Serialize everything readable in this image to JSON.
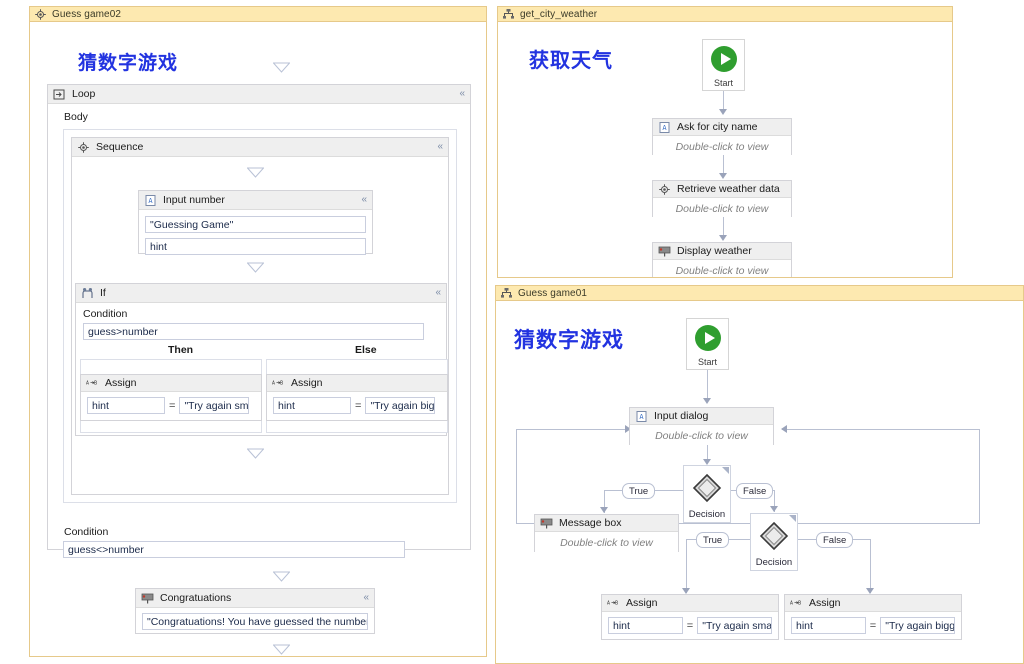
{
  "panels": {
    "left": {
      "header_title": "Guess game02",
      "header_icon": "sequence-icon",
      "cn_title": "猜数字游戏",
      "loop": {
        "label": "Loop",
        "icon": "loop-icon",
        "expander": "«",
        "body_label": "Body",
        "condition_label": "Condition",
        "condition_value": "guess<>number"
      },
      "sequence": {
        "label": "Sequence",
        "icon": "sequence-icon",
        "expander": "«"
      },
      "input_number": {
        "label": "Input number",
        "icon": "input-dialog-icon",
        "expander": "«",
        "field1": "\"Guessing Game\"",
        "field2": "hint"
      },
      "if": {
        "label": "If",
        "icon": "if-icon",
        "expander": "«",
        "condition_label": "Condition",
        "condition_value": "guess>number",
        "then_label": "Then",
        "else_label": "Else",
        "then_assign": {
          "label": "Assign",
          "icon": "assign-icon",
          "to": "hint",
          "equals": "=",
          "value": "\"Try again smaller!"
        },
        "else_assign": {
          "label": "Assign",
          "icon": "assign-icon",
          "to": "hint",
          "equals": "=",
          "value": "\"Try again bigger!\""
        }
      },
      "congrats": {
        "label": "Congratuations",
        "icon": "message-box-icon",
        "expander": "«",
        "value": "\"Congratuations! You have guessed the number \" + nu"
      }
    },
    "weather": {
      "header_title": "get_city_weather",
      "header_icon": "flowchart-icon",
      "cn_title": "获取天气",
      "start_label": "Start",
      "nodes": [
        {
          "label": "Ask for city name",
          "icon": "input-dialog-icon",
          "sub": "Double-click to view"
        },
        {
          "label": "Retrieve weather data",
          "icon": "sequence-icon",
          "sub": "Double-click to view"
        },
        {
          "label": "Display weather",
          "icon": "message-box-icon",
          "sub": "Double-click to view"
        }
      ]
    },
    "game01": {
      "header_title": "Guess game01",
      "header_icon": "flowchart-icon",
      "cn_title": "猜数字游戏",
      "start_label": "Start",
      "input_dialog": {
        "label": "Input dialog",
        "icon": "input-dialog-icon",
        "sub": "Double-click to view"
      },
      "message_box": {
        "label": "Message box",
        "icon": "message-box-icon",
        "sub": "Double-click to view"
      },
      "decision1_label": "Decision",
      "decision2_label": "Decision",
      "edge_true_1": "True",
      "edge_false_1": "False",
      "edge_true_2": "True",
      "edge_false_2": "False",
      "assign_left": {
        "label": "Assign",
        "icon": "assign-icon",
        "to": "hint",
        "equals": "=",
        "value": "\"Try again smaller!"
      },
      "assign_right": {
        "label": "Assign",
        "icon": "assign-icon",
        "to": "hint",
        "equals": "=",
        "value": "\"Try again bigger!\""
      }
    }
  },
  "colors": {
    "header_bg": "#fde9b0",
    "header_border": "#e6c98a",
    "cn_title": "#2233e0",
    "start_green": "#2f9e2f",
    "activity_head": "#efefef",
    "connector": "#b9c0d2"
  }
}
